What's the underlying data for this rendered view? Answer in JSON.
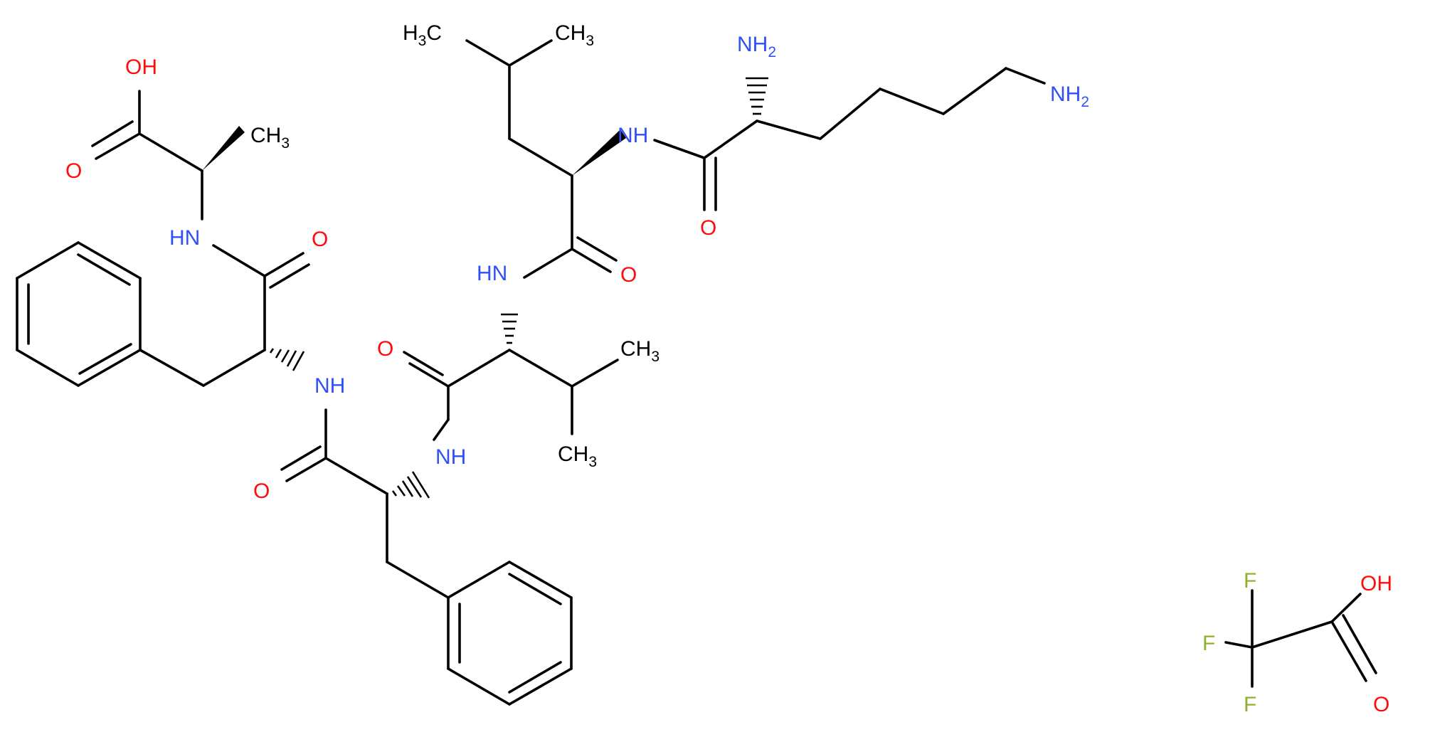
{
  "colors": {
    "carbon_bond": "#000000",
    "oxygen": "#ff0d0d",
    "nitrogen": "#3050f8",
    "fluorine": "#90b030",
    "carbon_label": "#000000"
  },
  "labels": {
    "ala_oh": "OH",
    "ala_o": "O",
    "ala_ch3": "CH",
    "phe1_nh": "HN",
    "phe1_o": "O",
    "phe2_nh": "NH",
    "phe2_o": "O",
    "val_nh": "NH",
    "val_o": "O",
    "val_ch3_top": "CH",
    "val_ch3_bot": "CH",
    "leu_nh": "HN",
    "leu_o": "O",
    "leu_ch3_left": "H",
    "leu_ch3_left_c": "C",
    "leu_ch3_right": "CH",
    "lys_nh": "NH",
    "lys_o": "O",
    "lys_nh2_alpha": "NH",
    "lys_nh2_eps": "NH",
    "tfa_oh": "OH",
    "tfa_o": "O",
    "tfa_f1": "F",
    "tfa_f2": "F",
    "tfa_f3": "F",
    "sub3": "3",
    "sub2": "2"
  }
}
